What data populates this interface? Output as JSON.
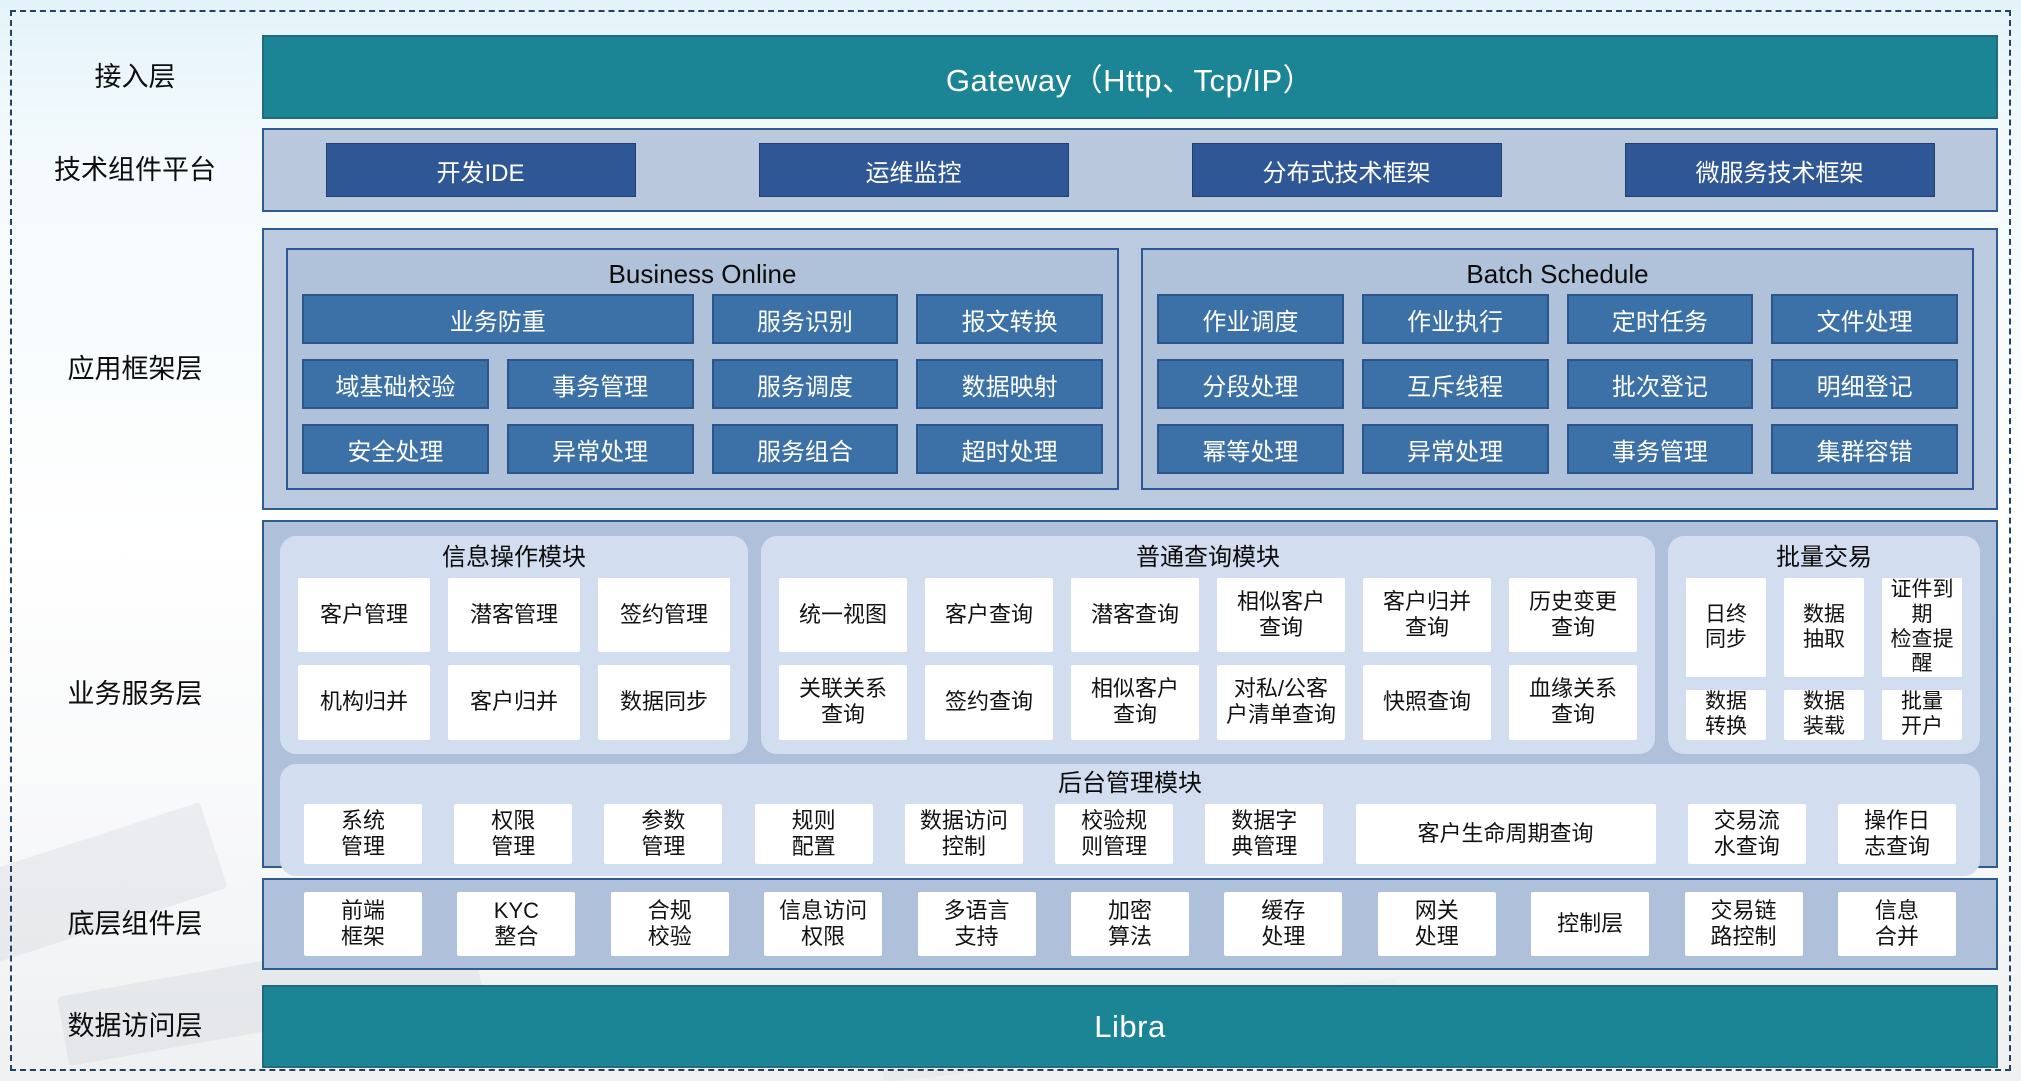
{
  "colors": {
    "teal": "#1b8495",
    "teal_border": "#25697d",
    "navy": "#2f5796",
    "navy_border": "#223f6e",
    "pill": "#3b71a6",
    "pill_border": "#2c568b",
    "container": "#b9c8dc",
    "container_border": "#2e5c8f",
    "panel": "#b0c2d9",
    "module": "#d3ddf0",
    "white_box": "#ffffff"
  },
  "access_layer": {
    "label": "接入层",
    "bar": "Gateway（Http、Tcp/IP）"
  },
  "tech_platform": {
    "label": "技术组件平台",
    "buttons": [
      "开发IDE",
      "运维监控",
      "分布式技术框架",
      "微服务技术框架"
    ]
  },
  "app_framework": {
    "label": "应用框架层",
    "business_online": {
      "title": "Business Online",
      "pills": [
        {
          "text": "业务防重",
          "span": 2
        },
        {
          "text": "服务识别"
        },
        {
          "text": "报文转换"
        },
        {
          "text": "域基础校验"
        },
        {
          "text": "事务管理"
        },
        {
          "text": "服务调度"
        },
        {
          "text": "数据映射"
        },
        {
          "text": "安全处理"
        },
        {
          "text": "异常处理"
        },
        {
          "text": "服务组合"
        },
        {
          "text": "超时处理"
        }
      ]
    },
    "batch_schedule": {
      "title": "Batch Schedule",
      "pills": [
        {
          "text": "作业调度"
        },
        {
          "text": "作业执行"
        },
        {
          "text": "定时任务"
        },
        {
          "text": "文件处理"
        },
        {
          "text": "分段处理"
        },
        {
          "text": "互斥线程"
        },
        {
          "text": "批次登记"
        },
        {
          "text": "明细登记"
        },
        {
          "text": "幂等处理"
        },
        {
          "text": "异常处理"
        },
        {
          "text": "事务管理"
        },
        {
          "text": "集群容错"
        }
      ]
    }
  },
  "business_service": {
    "label": "业务服务层",
    "info_module": {
      "title": "信息操作模块",
      "items": [
        {
          "text": "客户管理"
        },
        {
          "text": "潜客管理"
        },
        {
          "text": "签约管理"
        },
        {
          "text": "机构归并"
        },
        {
          "text": "客户归并"
        },
        {
          "text": "数据同步"
        }
      ]
    },
    "query_module": {
      "title": "普通查询模块",
      "items": [
        {
          "text": "统一视图"
        },
        {
          "text": "客户查询"
        },
        {
          "text": "潜客查询"
        },
        {
          "text": "相似客户\n查询"
        },
        {
          "text": "客户归并\n查询"
        },
        {
          "text": "历史变更\n查询"
        },
        {
          "text": "关联关系\n查询"
        },
        {
          "text": "签约查询"
        },
        {
          "text": "相似客户\n查询"
        },
        {
          "text": "对私/公客\n户清单查询"
        },
        {
          "text": "快照查询"
        },
        {
          "text": "血缘关系\n查询"
        }
      ]
    },
    "batch_module": {
      "title": "批量交易",
      "items": [
        {
          "text": "日终\n同步"
        },
        {
          "text": "数据\n抽取"
        },
        {
          "text": "证件到期\n检查提醒"
        },
        {
          "text": "数据\n转换"
        },
        {
          "text": "数据\n装载"
        },
        {
          "text": "批量\n开户"
        }
      ]
    },
    "admin_module": {
      "title": "后台管理模块",
      "items": [
        {
          "text": "系统\n管理"
        },
        {
          "text": "权限\n管理"
        },
        {
          "text": "参数\n管理"
        },
        {
          "text": "规则\n配置"
        },
        {
          "text": "数据访问\n控制"
        },
        {
          "text": "校验规\n则管理"
        },
        {
          "text": "数据字\n典管理"
        },
        {
          "text": "客户生命周期查询",
          "wide": true
        },
        {
          "text": "交易流\n水查询"
        },
        {
          "text": "操作日\n志查询"
        }
      ]
    }
  },
  "component_layer": {
    "label": "底层组件层",
    "items": [
      {
        "text": "前端\n框架"
      },
      {
        "text": "KYC\n整合"
      },
      {
        "text": "合规\n校验"
      },
      {
        "text": "信息访问\n权限"
      },
      {
        "text": "多语言\n支持"
      },
      {
        "text": "加密\n算法"
      },
      {
        "text": "缓存\n处理"
      },
      {
        "text": "网关\n处理"
      },
      {
        "text": "控制层"
      },
      {
        "text": "交易链\n路控制"
      },
      {
        "text": "信息\n合并"
      }
    ]
  },
  "data_layer": {
    "label": "数据访问层",
    "bar": "Libra"
  }
}
